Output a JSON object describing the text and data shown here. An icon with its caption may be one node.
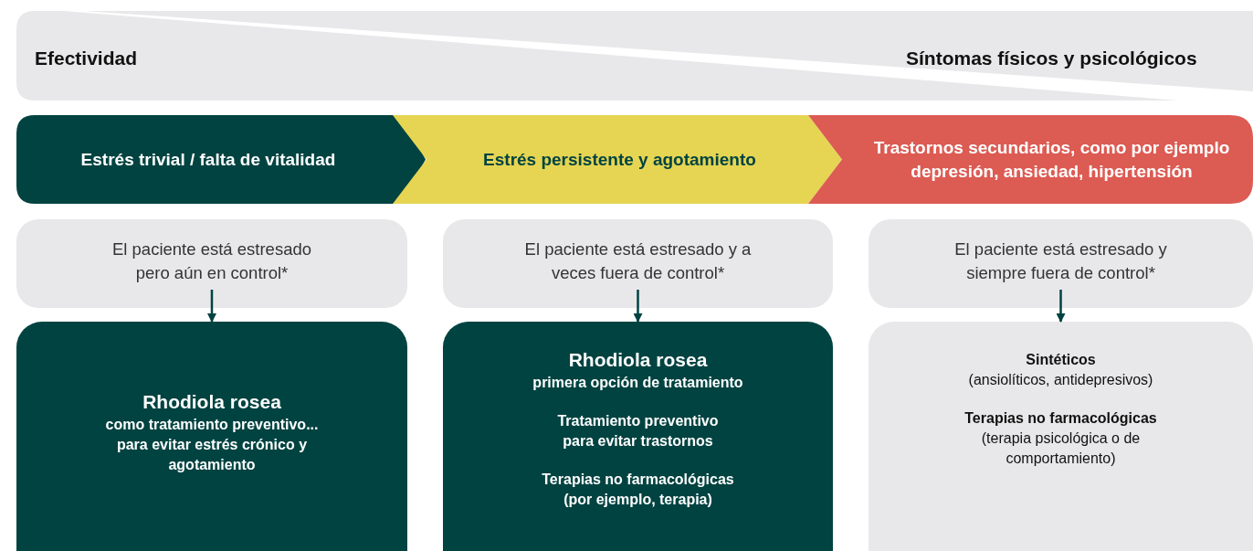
{
  "diagram": {
    "nodes": [
      {
        "text": [
          "Estrés trivial / falta de vitalidad"
        ]
      },
      {
        "text": [
          "Estrés persistente y agotamiento"
        ]
      },
      {
        "text": [
          "Trastornos secundarios, como por ejemplo depresión, ansiedad, hipertensión"
        ]
      },
      {
        "text": [
          "El paciente está estresado pero aún en control*"
        ]
      },
      {
        "text": [
          "El paciente está estresado y a veces fuera de control*"
        ]
      },
      {
        "text": [
          "El paciente está estresado y siempre fuera de control*"
        ]
      },
      {
        "text": [
          "Rhodiola rosea",
          "como tratamiento preventivo... para evitar estrés crónico y agotamiento"
        ]
      },
      {
        "text": [
          "Rhodiola rosea",
          "primera opción de tratamiento",
          "Tratamiento preventivo",
          "para evitar trastornos",
          "Terapias no farmacológicas",
          "(por ejemplo, terapia)"
        ]
      },
      {
        "text": [
          "Sintéticos",
          "(ansiolíticos, antidepresivos)",
          "Terapias no farmacológicas",
          "(terapia psicológica o de comportamiento)"
        ]
      }
    ],
    "edges": [
      {
        "from": 3,
        "to": 6,
        "arrow": "to"
      },
      {
        "from": 4,
        "to": 7,
        "arrow": "to"
      },
      {
        "from": 5,
        "to": 8,
        "arrow": "to"
      }
    ],
    "labels": [
      "Efectividad",
      "Síntomas físicos y psicológicos"
    ]
  }
}
